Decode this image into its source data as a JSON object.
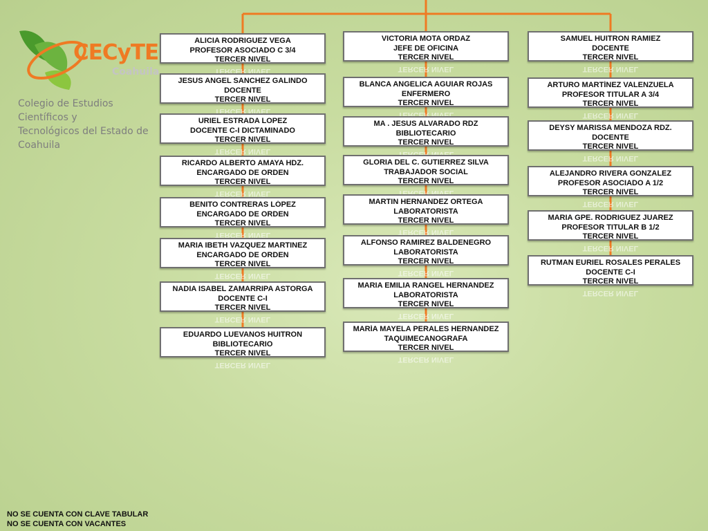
{
  "logo": {
    "brand": "CECyTE",
    "state": "Coahuila",
    "description_line1": "Colegio de Estudios Científicos y",
    "description_line2": "Tecnológicos del Estado de Coahuila"
  },
  "colors": {
    "connector": "#ef7a23",
    "box_border": "#6f6f6f"
  },
  "columns": [
    [
      {
        "name": "ALICIA RODRIGUEZ VEGA",
        "role": "PROFESOR ASOCIADO C 3/4",
        "level": "TERCER NIVEL"
      },
      {
        "name": "JESUS ANGEL SANCHEZ GALINDO",
        "role": "DOCENTE",
        "level": "TERCER NIVEL"
      },
      {
        "name": "URIEL ESTRADA LOPEZ",
        "role": "DOCENTE C-I DICTAMINADO",
        "level": "TERCER NIVEL"
      },
      {
        "name": "RICARDO ALBERTO AMAYA HDZ.",
        "role": "ENCARGADO DE ORDEN",
        "level": "TERCER NIVEL"
      },
      {
        "name": "BENITO CONTRERAS LÓPEZ",
        "role": "ENCARGADO DE ORDEN",
        "level": "TERCER NIVEL"
      },
      {
        "name": "MARIA IBETH VAZQUEZ MARTINEZ",
        "role": "ENCARGADO DE ORDEN",
        "level": "TERCER NIVEL"
      },
      {
        "name": "NADIA ISABEL ZAMARRIPA ASTORGA",
        "role": "DOCENTE C-I",
        "level": "TERCER NIVEL"
      },
      {
        "name": "EDUARDO LUEVANOS HUITRON",
        "role": "BIBLIOTECARIO",
        "level": "TERCER NIVEL"
      }
    ],
    [
      {
        "name": "VICTORIA MOTA ORDAZ",
        "role": "JEFE DE OFICINA",
        "level": "TERCER NIVEL"
      },
      {
        "name": "BLANCA ANGELICA AGUIAR ROJAS",
        "role": "ENFERMERO",
        "level": "TERCER NIVEL"
      },
      {
        "name": "MA . JESUS ALVARADO RDZ",
        "role": "BIBLIOTECARIO",
        "level": "TERCER NIVEL"
      },
      {
        "name": "GLORIA DEL C. GUTIERREZ SILVA",
        "role": "TRABAJADOR SOCIAL",
        "level": "TERCER NIVEL"
      },
      {
        "name": "MARTIN HERNANDEZ ORTEGA",
        "role": "LABORATORISTA",
        "level": "TERCER NIVEL"
      },
      {
        "name": "ALFONSO RAMIREZ BALDENEGRO",
        "role": "LABORATORISTA",
        "level": "TERCER NIVEL"
      },
      {
        "name": "MARIA EMILIA RANGEL HERNANDEZ",
        "role": "LABORATORISTA",
        "level": "TERCER NIVEL"
      },
      {
        "name": "MARÍA MAYELA PERALES HERNANDEZ",
        "role": "TAQUIMECANOGRAFA",
        "level": "TERCER NIVEL"
      }
    ],
    [
      {
        "name": "SAMUEL HUITRON RAMIEZ",
        "role": "DOCENTE",
        "level": "TERCER NIVEL"
      },
      {
        "name": "ARTURO MARTÍNEZ VALENZUELA",
        "role": "PROFESOR TITULAR A 3/4",
        "level": "TERCER NIVEL"
      },
      {
        "name": "DEYSY MARISSA MENDOZA RDZ.",
        "role": "DOCENTE",
        "level": "TERCER NIVEL"
      },
      {
        "name": "ALEJANDRO RIVERA GONZALEZ",
        "role": "PROFESOR ASOCIADO A 1/2",
        "level": "TERCER NIVEL"
      },
      {
        "name": "MARIA GPE. RODRIGUEZ JUAREZ",
        "role": "PROFESOR TITULAR B 1/2",
        "level": "TERCER NIVEL"
      },
      {
        "name": "RUTMAN EURIEL ROSALES PERALES",
        "role": "DOCENTE C-I",
        "level": "TERCER NIVEL"
      }
    ]
  ],
  "footer": {
    "line1": "NO SE CUENTA CON CLAVE TABULAR",
    "line2": "NO SE CUENTA CON VACANTES"
  }
}
